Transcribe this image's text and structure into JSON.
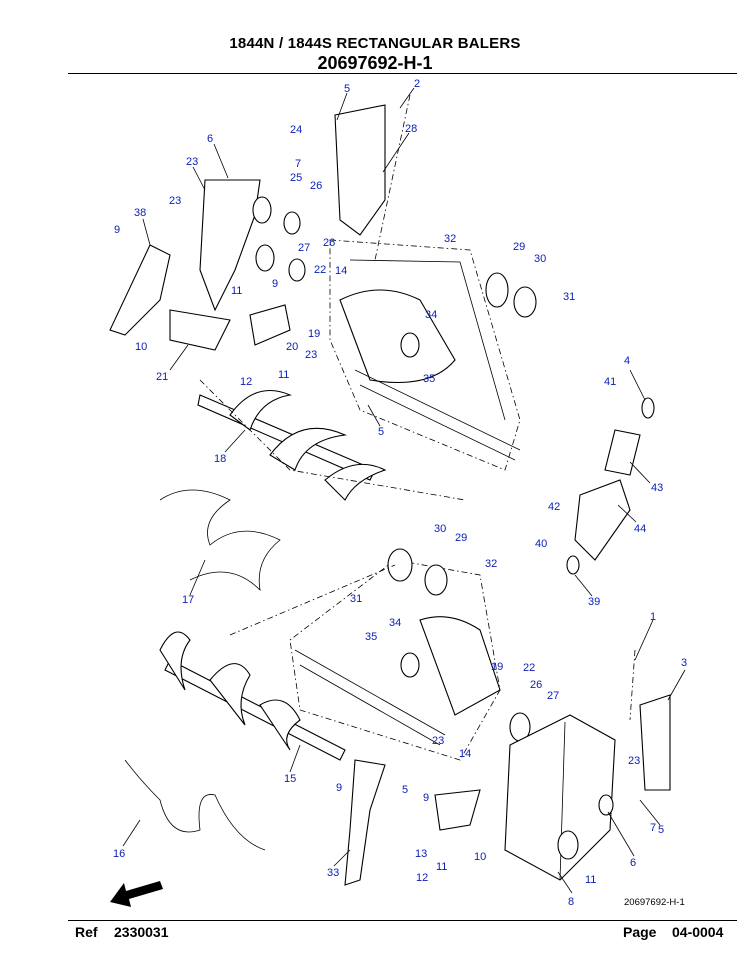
{
  "header": {
    "title": "1844N / 1844S RECTANGULAR BALERS",
    "code": "20697692-H-1"
  },
  "figure": {
    "drawing_id": "20697692-H-1",
    "callouts": [
      "1",
      "2",
      "3",
      "4",
      "5",
      "6",
      "7",
      "8",
      "9",
      "10",
      "11",
      "12",
      "13",
      "14",
      "15",
      "16",
      "17",
      "18",
      "19",
      "20",
      "21",
      "22",
      "23",
      "24",
      "25",
      "26",
      "27",
      "28",
      "29",
      "30",
      "31",
      "32",
      "33",
      "34",
      "35",
      "38",
      "39",
      "40",
      "41",
      "42",
      "43",
      "44"
    ],
    "icons": [
      "direction-arrow-icon"
    ]
  },
  "footer": {
    "ref_label": "Ref",
    "ref_value": "2330031",
    "page_label": "Page",
    "page_value": "04-0004"
  }
}
